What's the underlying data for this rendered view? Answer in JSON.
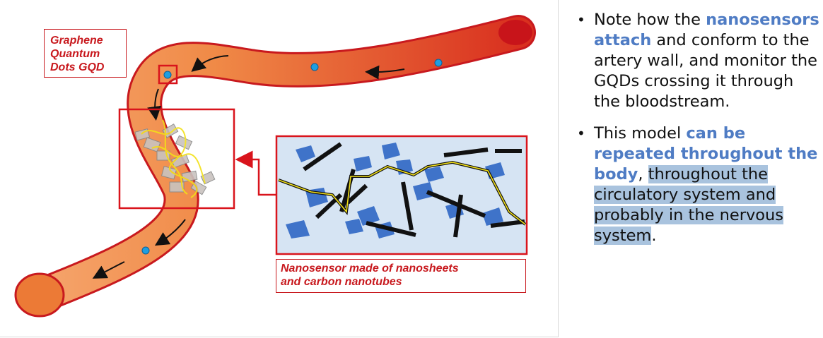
{
  "figure": {
    "gqd_label_lines": [
      "Graphene",
      "Quantum",
      "Dots GQD"
    ],
    "nanosensor_label_lines": [
      "Nanosensor made of nanosheets",
      "and carbon nanotubes"
    ],
    "colors": {
      "artery_dark": "#c8191e",
      "artery_light": "#f39a5a",
      "gqd_dot": "#1f9ee0",
      "nanosheet": "#3f73c9",
      "nanotube": "#111111",
      "wire": "#f2e018",
      "inset_bg": "#d6e4f3",
      "callout_red": "#d9141c"
    }
  },
  "bullets": [
    {
      "id": "b1",
      "parts": [
        {
          "text": "Note how the ",
          "style": "plain"
        },
        {
          "text": "nanosensors attach",
          "style": "highlight"
        },
        {
          "text": " and conform to the artery wall, and monitor the GQDs crossing it through the bloodstream.",
          "style": "plain"
        }
      ]
    },
    {
      "id": "b2",
      "parts": [
        {
          "text": "This model ",
          "style": "plain"
        },
        {
          "text": "can be repeated throughout the body",
          "style": "highlight"
        },
        {
          "text": ", ",
          "style": "plain"
        },
        {
          "text": "throughout the circulatory system and probably in the nervous system",
          "style": "selected"
        },
        {
          "text": ".",
          "style": "plain"
        }
      ]
    }
  ]
}
